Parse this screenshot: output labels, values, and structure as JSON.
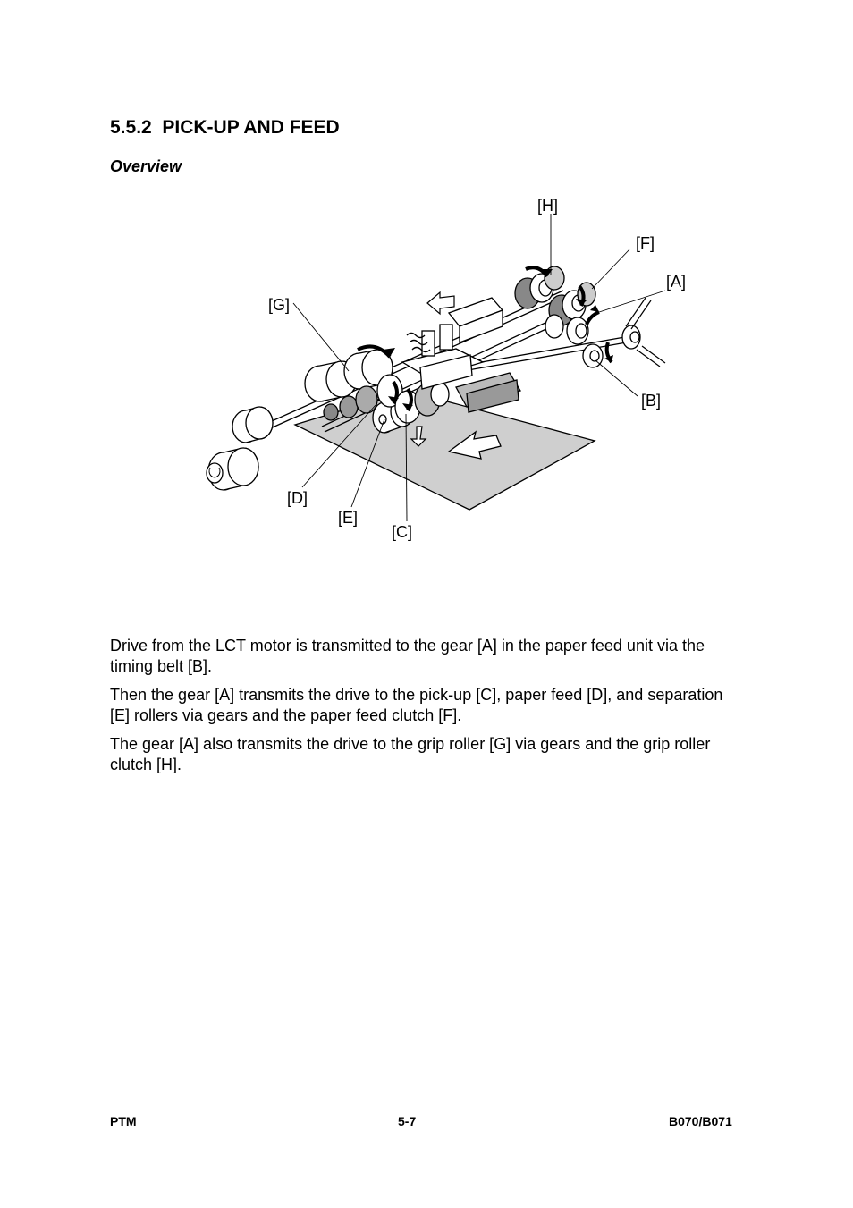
{
  "section": {
    "heading": "5.5.2  PICK-UP AND FEED",
    "subheading": "Overview"
  },
  "figure": {
    "callouts": {
      "h": "[H]",
      "f": "[F]",
      "a": "[A]",
      "g": "[G]",
      "b": "[B]",
      "d": "[D]",
      "e": "[E]",
      "c": "[C]"
    }
  },
  "body": {
    "paragraphs": [
      "Drive from the LCT motor is transmitted to the gear [A] in the paper feed unit via the timing belt [B].",
      "Then the gear [A] transmits the drive to the pick-up [C], paper feed [D], and separation [E] rollers via gears and the paper feed clutch [F].",
      "The gear [A] also transmits the drive to the grip roller [G] via gears and the grip roller clutch [H]."
    ]
  },
  "footer": {
    "left": "PTM",
    "center": "5-7",
    "right": "B070/B071"
  }
}
